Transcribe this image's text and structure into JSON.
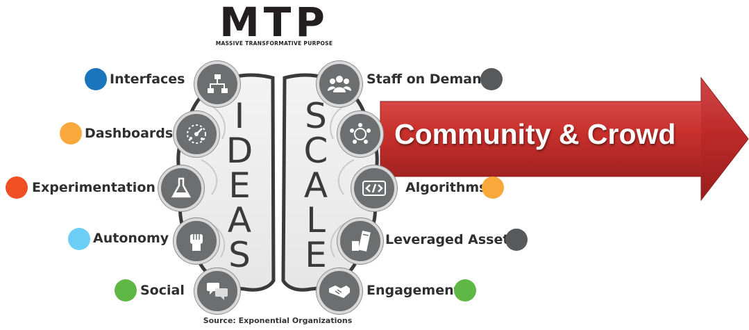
{
  "header": {
    "title": "MTP",
    "subtitle": "MASSIVE TRANSFORMATIVE PURPOSE"
  },
  "left_side": {
    "word": "IDEAS",
    "items": [
      {
        "label": "Interfaces",
        "dot_color": "#1b75bc",
        "icon": "flowchart-icon"
      },
      {
        "label": "Dashboards",
        "dot_color": "#f9a93b",
        "icon": "dashboard-dial-icon"
      },
      {
        "label": "Experimentation",
        "dot_color": "#f04e23",
        "icon": "flask-icon"
      },
      {
        "label": "Autonomy",
        "dot_color": "#6dcff6",
        "icon": "fist-icon"
      },
      {
        "label": "Social",
        "dot_color": "#5fb846",
        "icon": "speech-bubbles-icon"
      }
    ]
  },
  "right_side": {
    "word": "SCALE",
    "items": [
      {
        "label": "Staff on Demand",
        "dot_color": "#58595b",
        "icon": "people-group-icon"
      },
      {
        "label": "Community & Crowd",
        "dot_color": "#58595b",
        "icon": "community-circle-icon"
      },
      {
        "label": "Algorithms",
        "dot_color": "#f9a93b",
        "icon": "code-brackets-icon"
      },
      {
        "label": "Leveraged Assets",
        "dot_color": "#58595b",
        "icon": "rental-building-icon"
      },
      {
        "label": "Engagement",
        "dot_color": "#5fb846",
        "icon": "handshake-icon"
      }
    ]
  },
  "arrow": {
    "text": "Community & Crowd",
    "color": "#c62828"
  },
  "footer": {
    "source": "Source: Exponential Organizations"
  }
}
